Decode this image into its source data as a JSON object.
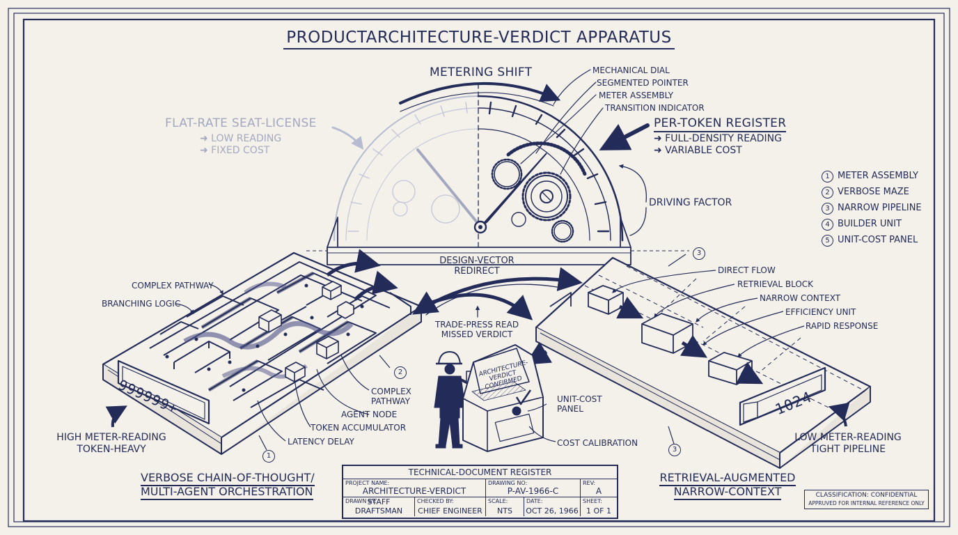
{
  "title": "PRODUCTARCHITECTURE-VERDICT APPARATUS",
  "meter": {
    "shift_label": "METERING SHIFT",
    "callouts": [
      "MECHANICAL DIAL",
      "SEGMENTED POINTER",
      "METER ASSEMBLY",
      "TRANSITION INDICATOR"
    ],
    "driving_factor": "DRIVING FACTOR",
    "left": {
      "title": "FLAT-RATE SEAT-LICENSE",
      "line1": "➜ LOW READING",
      "line2": "➜ FIXED COST"
    },
    "right": {
      "title": "PER-TOKEN REGISTER",
      "line1": "➜ FULL-DENSITY READING",
      "line2": "➜ VARIABLE COST"
    }
  },
  "legend": [
    {
      "num": "1",
      "label": "METER ASSEMBLY"
    },
    {
      "num": "2",
      "label": "VERBOSE MAZE"
    },
    {
      "num": "3",
      "label": "NARROW PIPELINE"
    },
    {
      "num": "4",
      "label": "BUILDER UNIT"
    },
    {
      "num": "5",
      "label": "UNIT-COST PANEL"
    }
  ],
  "center": {
    "redirect_line1": "DESIGN-VECTOR",
    "redirect_line2": "REDIRECT",
    "trade_line1": "TRADE-PRESS READ",
    "trade_line2": "MISSED VERDICT",
    "screen_text": "ARCHITECTURE-VERDICT CONFIRMED",
    "panel_line1": "UNIT-COST",
    "panel_line2": "PANEL",
    "cost_calibration": "COST CALIBRATION"
  },
  "maze": {
    "complex_pathway_top": "COMPLEX PATHWAY",
    "branching_logic": "BRANCHING LOGIC",
    "complex_pathway_line1": "COMPLEX",
    "complex_pathway_line2": "PATHWAY",
    "agent_node": "AGENT NODE",
    "token_accumulator": "TOKEN ACCUMULATOR",
    "latency_delay": "LATENCY DELAY",
    "counter": "999999+",
    "reading_line1": "HIGH METER-READING",
    "reading_line2": "TOKEN-HEAVY",
    "caption_line1": "VERBOSE CHAIN-OF-THOUGHT/",
    "caption_line2": "MULTI-AGENT ORCHESTRATION",
    "marker1": "1",
    "marker2": "2"
  },
  "pipeline": {
    "callouts": [
      "DIRECT FLOW",
      "RETRIEVAL BLOCK",
      "NARROW CONTEXT",
      "EFFICIENCY UNIT",
      "RAPID RESPONSE"
    ],
    "counter": "1024",
    "reading_line1": "LOW METER-READING",
    "reading_line2": "TIGHT PIPELINE",
    "caption_line1": "RETRIEVAL-AUGMENTED",
    "caption_line2": "NARROW-CONTEXT",
    "marker_top": "3",
    "marker_bottom": "3"
  },
  "title_block": {
    "heading": "TECHNICAL-DOCUMENT REGISTER",
    "project_name_label": "PROJECT NAME:",
    "project_name": "ARCHITECTURE-VERDICT",
    "drawing_no_label": "DRAWING NO:",
    "drawing_no": "P-AV-1966-C",
    "rev_label": "REV:",
    "rev": "A",
    "drawn_by_label": "DRAWN BY:",
    "drawn_by": "STAFF DRAFTSMAN",
    "checked_by_label": "CHECKED BY:",
    "checked_by": "CHIEF ENGINEER",
    "scale_label": "SCALE:",
    "scale": "NTS",
    "date_label": "DATE:",
    "date": "OCT 26, 1966",
    "sheet_label": "SHEET:",
    "sheet": "1 OF 1"
  },
  "classification": {
    "line1": "CLASSIFICATION: CONFIDENTIAL",
    "line2": "APPRUVED FOR INTERNAL REFERENCE ONLY"
  }
}
